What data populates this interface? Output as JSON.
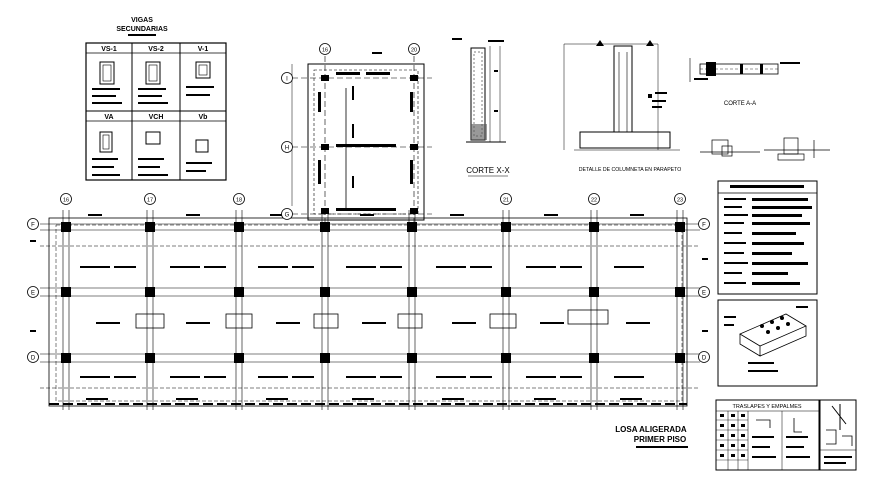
{
  "schedule": {
    "title_line1": "VIGAS",
    "title_line2": "SECUNDARIAS",
    "cells": [
      "VS-1",
      "VS-2",
      "V-1",
      "VA",
      "VCH",
      "Vb"
    ]
  },
  "grid_bubbles": {
    "top_plan": [
      "16",
      "20"
    ],
    "left_plan": [
      "I",
      "H",
      "G"
    ],
    "main_top": [
      "16",
      "17",
      "18",
      "21",
      "22",
      "23"
    ],
    "main_side": [
      "F",
      "E",
      "D"
    ]
  },
  "sections": {
    "cut_xx": "CORTE X-X",
    "column_detail": "DETALLE DE COLUMNETA EN PARAPETO",
    "cut_aa": "CORTE A-A"
  },
  "splice_table": {
    "title": "TRASLAPES Y EMPALMES"
  },
  "plan_title": {
    "line1": "LOSA ALIGERADA",
    "line2": "PRIMER PISO"
  }
}
